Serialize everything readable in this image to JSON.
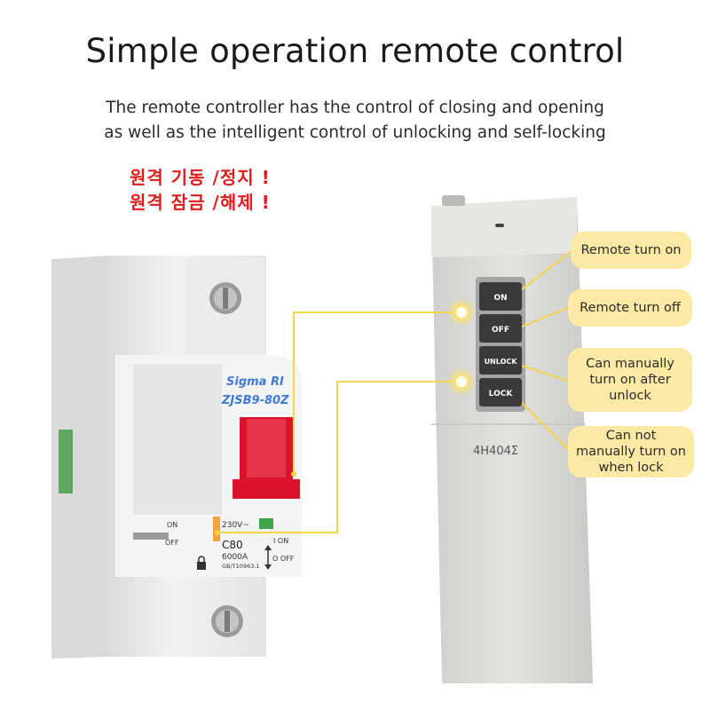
{
  "title": "Simple operation remote control",
  "subtitle": {
    "line1": "The remote controller has the control of closing and opening",
    "line2": "as well as the intelligent control of unlocking and self-locking"
  },
  "korean": {
    "line1": "원격 기동 /정지 !",
    "line2": "원격 잠금 /해제 !"
  },
  "breaker": {
    "brand": "Sigma RI",
    "model": "ZJSB9-80Z",
    "voltage": "230V~",
    "rating": "C80",
    "capacity": "6000A",
    "standard": "GB/T10963.1",
    "on_label": "ON",
    "off_label": "OFF",
    "i_on": "I ON",
    "o_off": "O OFF"
  },
  "remote": {
    "buttons": [
      "ON",
      "OFF",
      "UNLOCK",
      "LOCK"
    ],
    "model_code": "4H404Σ"
  },
  "callouts": {
    "on": "Remote turn on",
    "off": "Remote turn off",
    "unlock": "Can manually turn on after unlock",
    "lock": "Can not manually turn on when lock"
  },
  "colors": {
    "accent_yellow": "#f5d54a",
    "callout_bg": "#fbe9a5",
    "korean_red": "#e21b1b",
    "handle_red": "#d8132b",
    "remote_body": "#dcdcd8"
  }
}
